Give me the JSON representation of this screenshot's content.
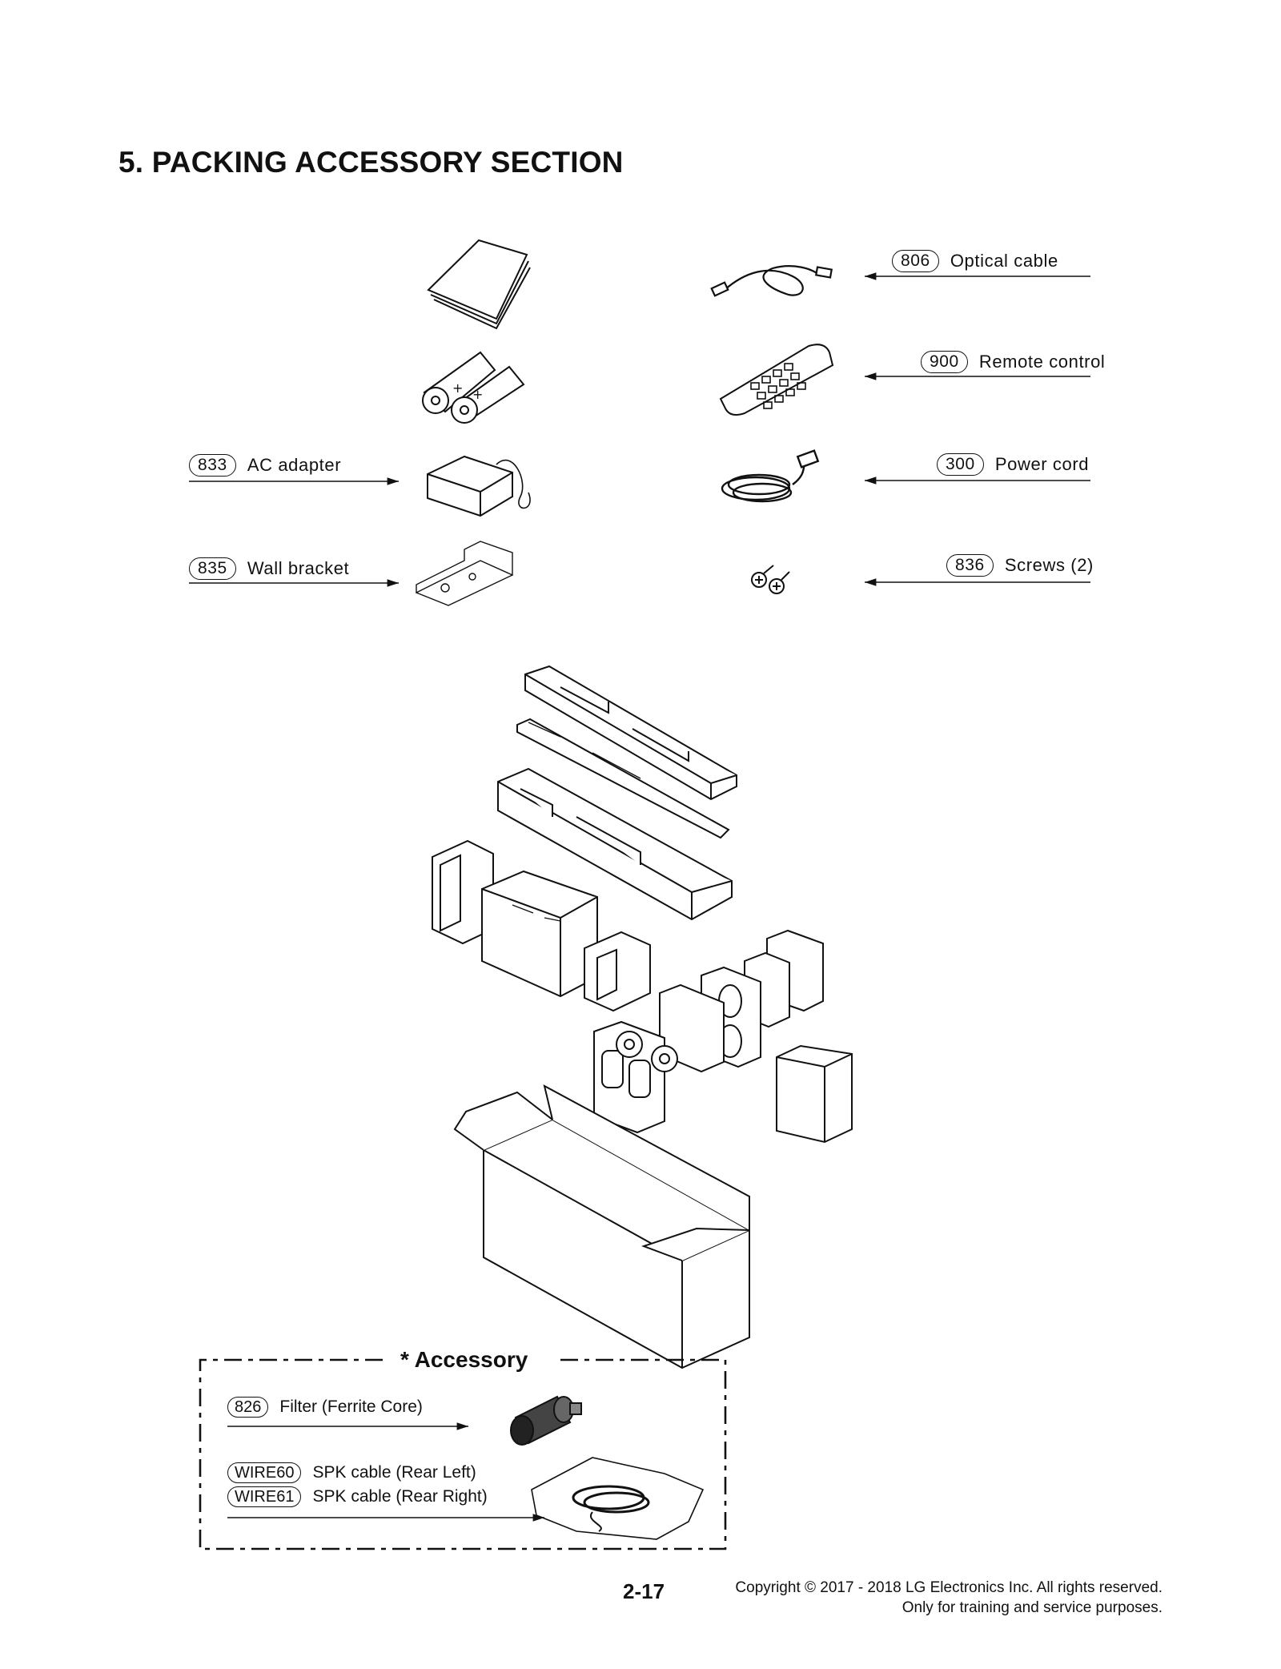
{
  "page_title": "5. PACKING ACCESSORY SECTION",
  "parts": [
    {
      "code": "806",
      "name": "Optical cable"
    },
    {
      "code": "900",
      "name": "Remote control"
    },
    {
      "code": "833",
      "name": "AC adapter"
    },
    {
      "code": "300",
      "name": "Power cord"
    },
    {
      "code": "835",
      "name": "Wall bracket"
    },
    {
      "code": "836",
      "name": "Screws (2)"
    }
  ],
  "accessory": {
    "title": "* Accessory",
    "items": [
      {
        "code": "826",
        "name": "Filter (Ferrite Core)"
      },
      {
        "code": "WIRE60",
        "name": "SPK cable (Rear Left)"
      },
      {
        "code": "WIRE61",
        "name": "SPK cable (Rear Right)"
      }
    ]
  },
  "footer": {
    "page_number": "2-17",
    "copyright": "Copyright © 2017 - 2018 LG Electronics Inc. All rights reserved.",
    "notice": "Only for training and service purposes."
  }
}
